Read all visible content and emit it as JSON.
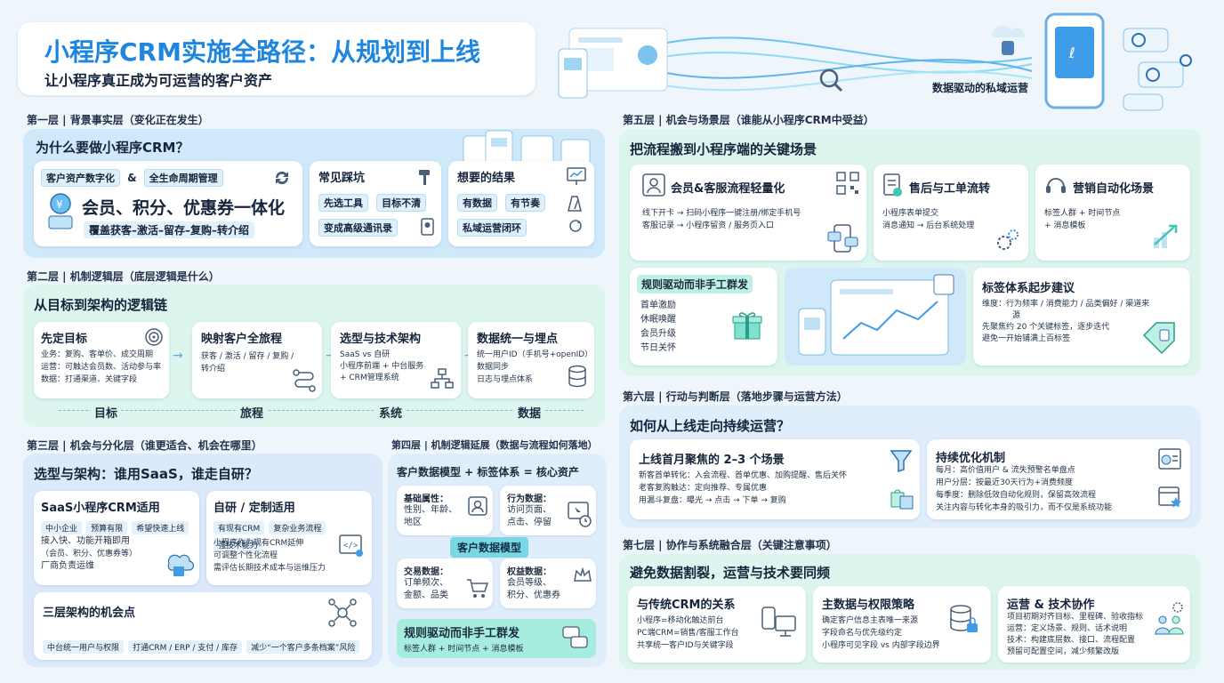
{
  "header": {
    "title": "小程序CRM实施全路径：从规划到上线",
    "subtitle": "让小程序真正成为可运营的客户资产",
    "hero_caption": "数据驱动的私域运营"
  },
  "layer1": {
    "label": "第一层 | 背景事实层（变化正在发生）",
    "heading": "为什么要做小程序CRM？",
    "card1": {
      "chip_a": "客户资产数字化",
      "amp": "&",
      "chip_b": "全生命周期管理",
      "big": "会员、积分、优惠券一体化",
      "flow": "覆盖获客–激活–留存–复购–转介绍"
    },
    "card2": {
      "title": "常见踩坑",
      "chips": [
        "先选工具",
        "目标不清",
        "变成高级通讯录"
      ]
    },
    "card3": {
      "title": "想要的结果",
      "chips": [
        "有数据",
        "有节奏",
        "私域运营闭环"
      ]
    }
  },
  "layer2": {
    "label": "第二层 | 机制逻辑层（底层逻辑是什么）",
    "heading": "从目标到架构的逻辑链",
    "steps": [
      {
        "title": "先定目标",
        "lines": [
          "业务：复购、客单价、成交周期",
          "运营：可触达会员数、活动参与率",
          "数据：打通渠道、关键字段"
        ]
      },
      {
        "title": "映射客户全旅程",
        "lines": [
          "获客 / 激活 / 留存 / 复购 /",
          "转介绍"
        ]
      },
      {
        "title": "选型与技术架构",
        "lines": [
          "SaaS vs 自研",
          "小程序前端 + 中台服务",
          "+ CRM管理系统"
        ]
      },
      {
        "title": "数据统一与埋点",
        "lines": [
          "统一用户ID（手机号+openID）",
          "数据同步",
          "日志与埋点体系"
        ]
      }
    ],
    "flow": [
      "目标",
      "旅程",
      "系统",
      "数据"
    ]
  },
  "layer3": {
    "label": "第三层 | 机会与分化层（谁更适合、机会在哪里）",
    "heading": "选型与架构：谁用SaaS，谁走自研？",
    "saas": {
      "title": "SaaS小程序CRM适用",
      "chips": [
        "中小企业",
        "预算有限",
        "希望快速上线"
      ],
      "lines": [
        "接入快、功能开箱即用",
        "（会员、积分、优惠券等）",
        "厂商负责运维"
      ]
    },
    "custom": {
      "title": "自研 / 定制适用",
      "chips": [
        "有现有CRM",
        "复杂业务流程",
        "强技术能力"
      ],
      "lines": [
        "小程序作为现有CRM延伸",
        "可调整个性化流程",
        "需评估长期技术成本与运维压力"
      ]
    },
    "arch": {
      "title": "三层架构的机会点",
      "chips": [
        "中台统一用户与权限",
        "打通CRM / ERP / 支付 / 库存",
        "减少“一个客户多条档案”风险"
      ]
    }
  },
  "layer4": {
    "label": "第四层 | 机制逻辑延展（数据与流程如何落地）",
    "heading": "客户数据模型 + 标签体系 = 核心资产",
    "basic": {
      "title": "基础属性：",
      "lines": [
        "性别、年龄、",
        "地区"
      ]
    },
    "behavior": {
      "title": "行为数据：",
      "lines": [
        "访问页面、",
        "点击、停留"
      ]
    },
    "model_label": "客户数据模型",
    "trade": {
      "title": "交易数据：",
      "lines": [
        "订单频次、",
        "金额、品类"
      ]
    },
    "rights": {
      "title": "权益数据：",
      "lines": [
        "会员等级、",
        "积分、优惠券"
      ]
    },
    "rule": {
      "title": "规则驱动而非手工群发",
      "sub": "标签人群 + 时间节点 + 消息模板"
    }
  },
  "layer5": {
    "label": "第五层 | 机会与场景层（谁能从小程序CRM中受益）",
    "heading": "把流程搬到小程序端的关键场景",
    "s1": {
      "title": "会员&客服流程轻量化",
      "lines": [
        "线下开卡 → 扫码小程序一键注册/绑定手机号",
        "客服记录 → 小程序留资 / 服务页入口"
      ]
    },
    "s2": {
      "title": "售后与工单流转",
      "lines": [
        "小程序表单提交",
        "消息通知 → 后台系统处理"
      ]
    },
    "s3": {
      "title": "营销自动化场景",
      "lines": [
        "标签人群 + 时间节点",
        "+ 消息模板"
      ]
    },
    "rule": {
      "title": "规则驱动而非手工群发",
      "lines": [
        "首单激励",
        "休眠唤醒",
        "会员升级",
        "节日关怀"
      ]
    },
    "tags": {
      "title": "标签体系起步建议",
      "lines": [
        "维度：行为频率 / 消费能力 / 品类偏好 / 渠道来",
        "源",
        "先聚焦约 20 个关键标签，逐步迭代",
        "避免一开始铺满上百标签"
      ]
    }
  },
  "layer6": {
    "label": "第六层 | 行动与判断层（落地步骤与运营方法）",
    "heading": "如何从上线走向持续运营？",
    "month": {
      "title": "上线首月聚焦的 2–3 个场景",
      "lines": [
        "新客首单转化：入会流程、首单优惠、加购提醒、售后关怀",
        "老客复购触达：定向推荐、专属优惠",
        "用漏斗复盘：曝光 → 点击 → 下单 → 复购"
      ]
    },
    "optimize": {
      "title": "持续优化机制",
      "lines": [
        "每月：高价值用户 & 流失预警名单盘点",
        "用户分层：按最近30天行为+消费频度",
        "每季度：删除低效自动化规则，保留高效流程",
        "关注内容与转化本身的吸引力，而不仅是系统功能"
      ]
    }
  },
  "layer7": {
    "label": "第七层 | 协作与系统融合层（关键注意事项）",
    "heading": "避免数据割裂，运营与技术要同频",
    "c1": {
      "title": "与传统CRM的关系",
      "lines": [
        "小程序=移动化触达前台",
        "PC端CRM=销售/客服工作台",
        "共享统一客户ID与关键字段"
      ]
    },
    "c2": {
      "title": "主数据与权限策略",
      "lines": [
        "确定客户信息主表唯一来源",
        "字段命名与优先级约定",
        "小程序可见字段 vs 内部字段边界"
      ]
    },
    "c3": {
      "title": "运营 & 技术协作",
      "lines": [
        "项目初期对齐目标、里程碑、验收指标",
        "运营：定义场景、规则、话术说明",
        "技术：构建底层数、接口、流程配置",
        "预留可配置空间，减少频繁改版"
      ]
    }
  },
  "colors": {
    "accent": "#2f8fe0",
    "mint": "#3fc7b4",
    "panel_blue": "#d6ecfb",
    "panel_mint": "#def7f1"
  }
}
